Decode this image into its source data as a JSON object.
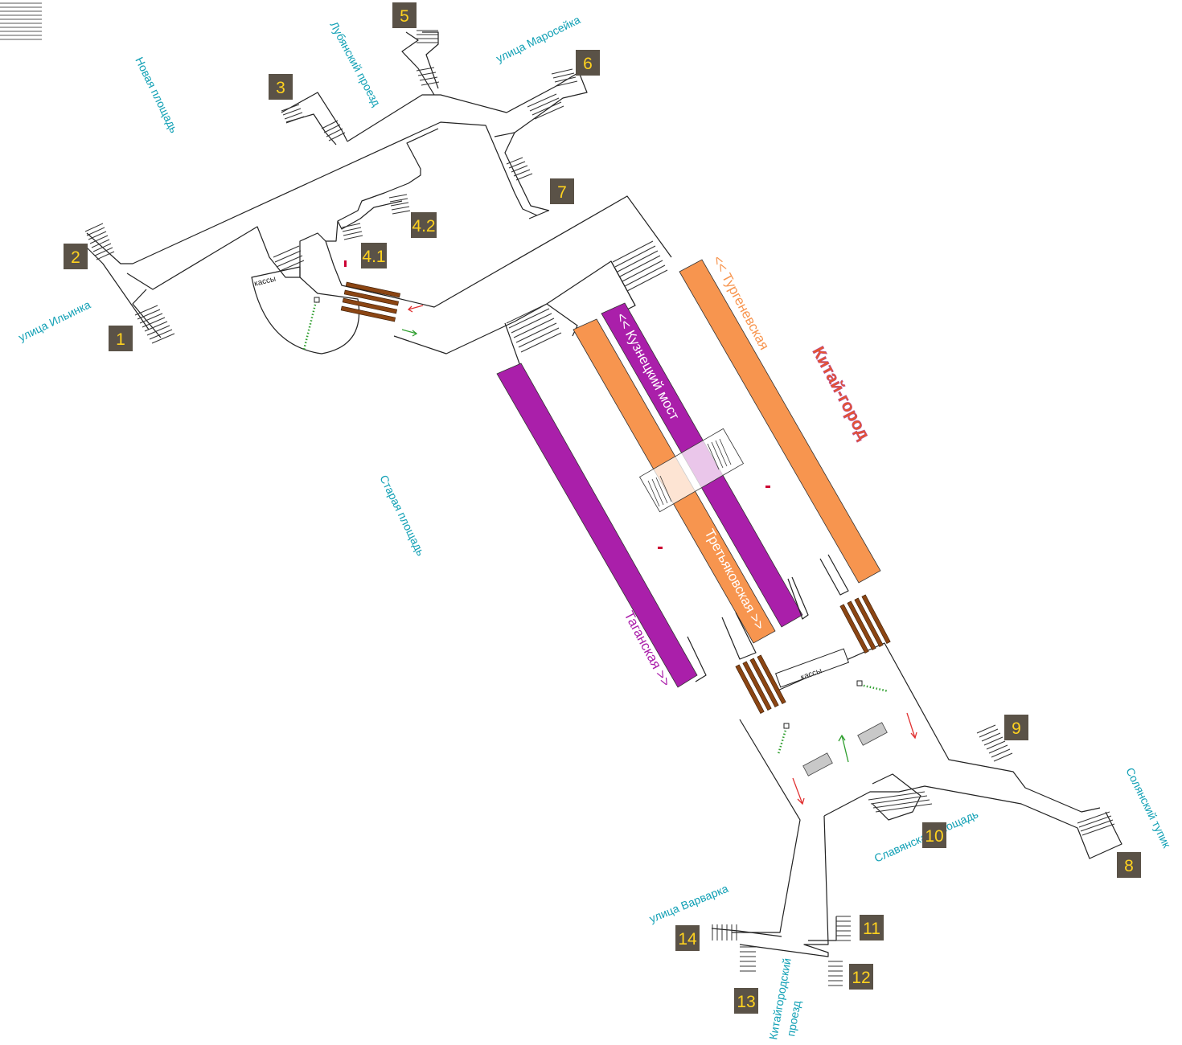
{
  "station": {
    "name": "Китай-город"
  },
  "colors": {
    "orange_line": "#F7954F",
    "purple_line": "#AA1FAA",
    "street_text": "#11A0B5",
    "exit_box": "#5A5247",
    "exit_text": "#FFD21F",
    "escalator": "#8B4513",
    "station_text": "#E8542D",
    "arrow_up": "#2E9E2E",
    "arrow_down": "#E03030"
  },
  "streets": {
    "novaya_ploshchad": "Новая площадь",
    "lubyansky_proezd": "Лубянский проезд",
    "ulitsa_maroseyka": "улица Маросейка",
    "ulitsa_ilyinka": "улица Ильинка",
    "staraya_ploshchad": "Старая площадь",
    "slavyanskaya_ploshchad": "Славянская площадь",
    "solyansky_tupik": "Солянский тупик",
    "ulitsa_varvarka": "улица Варварка",
    "kitaygorodsky_proezd_1": "Китайгородский",
    "kitaygorodsky_proezd_2": "проезд"
  },
  "platforms": {
    "turgenevskaya": "<< Тургеневская",
    "kuznetsky_most": "<< Кузнецкий мост",
    "tretyakovskaya": "Третьяковская >>",
    "taganskaya": "Таганская >>"
  },
  "ticket_offices": {
    "north": "кассы",
    "south": "кассы"
  },
  "exits": [
    {
      "id": "exit-1",
      "label": "1"
    },
    {
      "id": "exit-2",
      "label": "2"
    },
    {
      "id": "exit-3",
      "label": "3"
    },
    {
      "id": "exit-4-1",
      "label": "4.1"
    },
    {
      "id": "exit-4-2",
      "label": "4.2"
    },
    {
      "id": "exit-5",
      "label": "5"
    },
    {
      "id": "exit-6",
      "label": "6"
    },
    {
      "id": "exit-7",
      "label": "7"
    },
    {
      "id": "exit-8",
      "label": "8"
    },
    {
      "id": "exit-9",
      "label": "9"
    },
    {
      "id": "exit-10",
      "label": "10"
    },
    {
      "id": "exit-11",
      "label": "11"
    },
    {
      "id": "exit-12",
      "label": "12"
    },
    {
      "id": "exit-13",
      "label": "13"
    },
    {
      "id": "exit-14",
      "label": "14"
    }
  ]
}
